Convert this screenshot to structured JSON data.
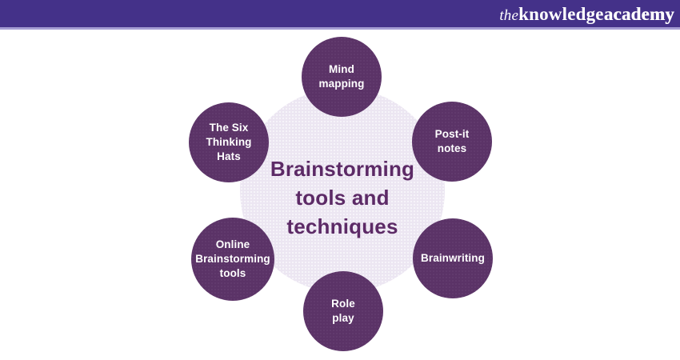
{
  "header": {
    "bg_color": "#443189",
    "underline_color": "#A49BD3",
    "logo": {
      "prefix": "the",
      "word1": "knowledge",
      "word2": "academy"
    }
  },
  "diagram": {
    "center": {
      "title_lines": [
        "Brainstorming",
        "tools and",
        "techniques"
      ],
      "bg_color": "#ECE6F2",
      "text_color": "#5C2A66"
    },
    "node_color": "#5B3367",
    "node_text_color": "#FFFFFF",
    "nodes": {
      "mind_mapping": {
        "label": "Mind mapping",
        "lines": [
          "Mind",
          "mapping"
        ]
      },
      "post_it_notes": {
        "label": "Post-it notes",
        "lines": [
          "Post-it",
          "notes"
        ]
      },
      "brainwriting": {
        "label": "Brainwriting",
        "lines": [
          "Brainwriting"
        ]
      },
      "role_play": {
        "label": "Role play",
        "lines": [
          "Role",
          "play"
        ]
      },
      "online_tools": {
        "label": "Online Brainstorming tools",
        "lines": [
          "Online",
          "Brainstorming",
          "tools"
        ]
      },
      "six_hats": {
        "label": "The Six Thinking Hats",
        "lines": [
          "The Six",
          "Thinking",
          "Hats"
        ]
      }
    }
  }
}
